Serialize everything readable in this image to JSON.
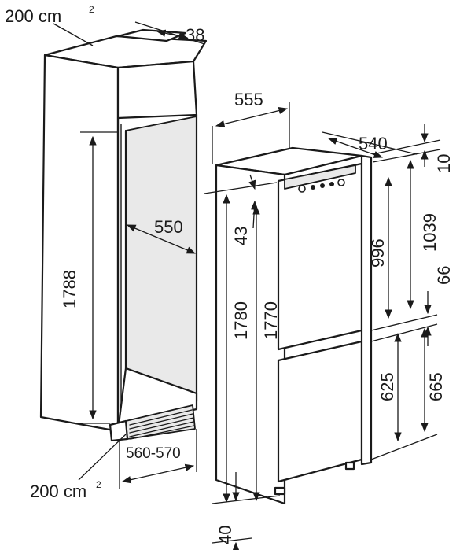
{
  "labels": {
    "vent_area_top": "200 cm",
    "vent_area_top_sup": "2",
    "vent_area_bottom": "200 cm",
    "vent_area_bottom_sup": "2",
    "plinth_top_depth": "38",
    "niche_height": "1788",
    "niche_depth": "550",
    "niche_width": "560-570",
    "appliance_width": "555",
    "appliance_depth": "540",
    "top_gap": "10",
    "hinge_offset": "43",
    "appliance_height_total": "1780",
    "appliance_height_body": "1770",
    "upper_door_height": "996",
    "upper_section_height": "1039",
    "door_gap": "66",
    "lower_door_height": "625",
    "lower_section_height": "665",
    "bottom_clearance": "40"
  }
}
